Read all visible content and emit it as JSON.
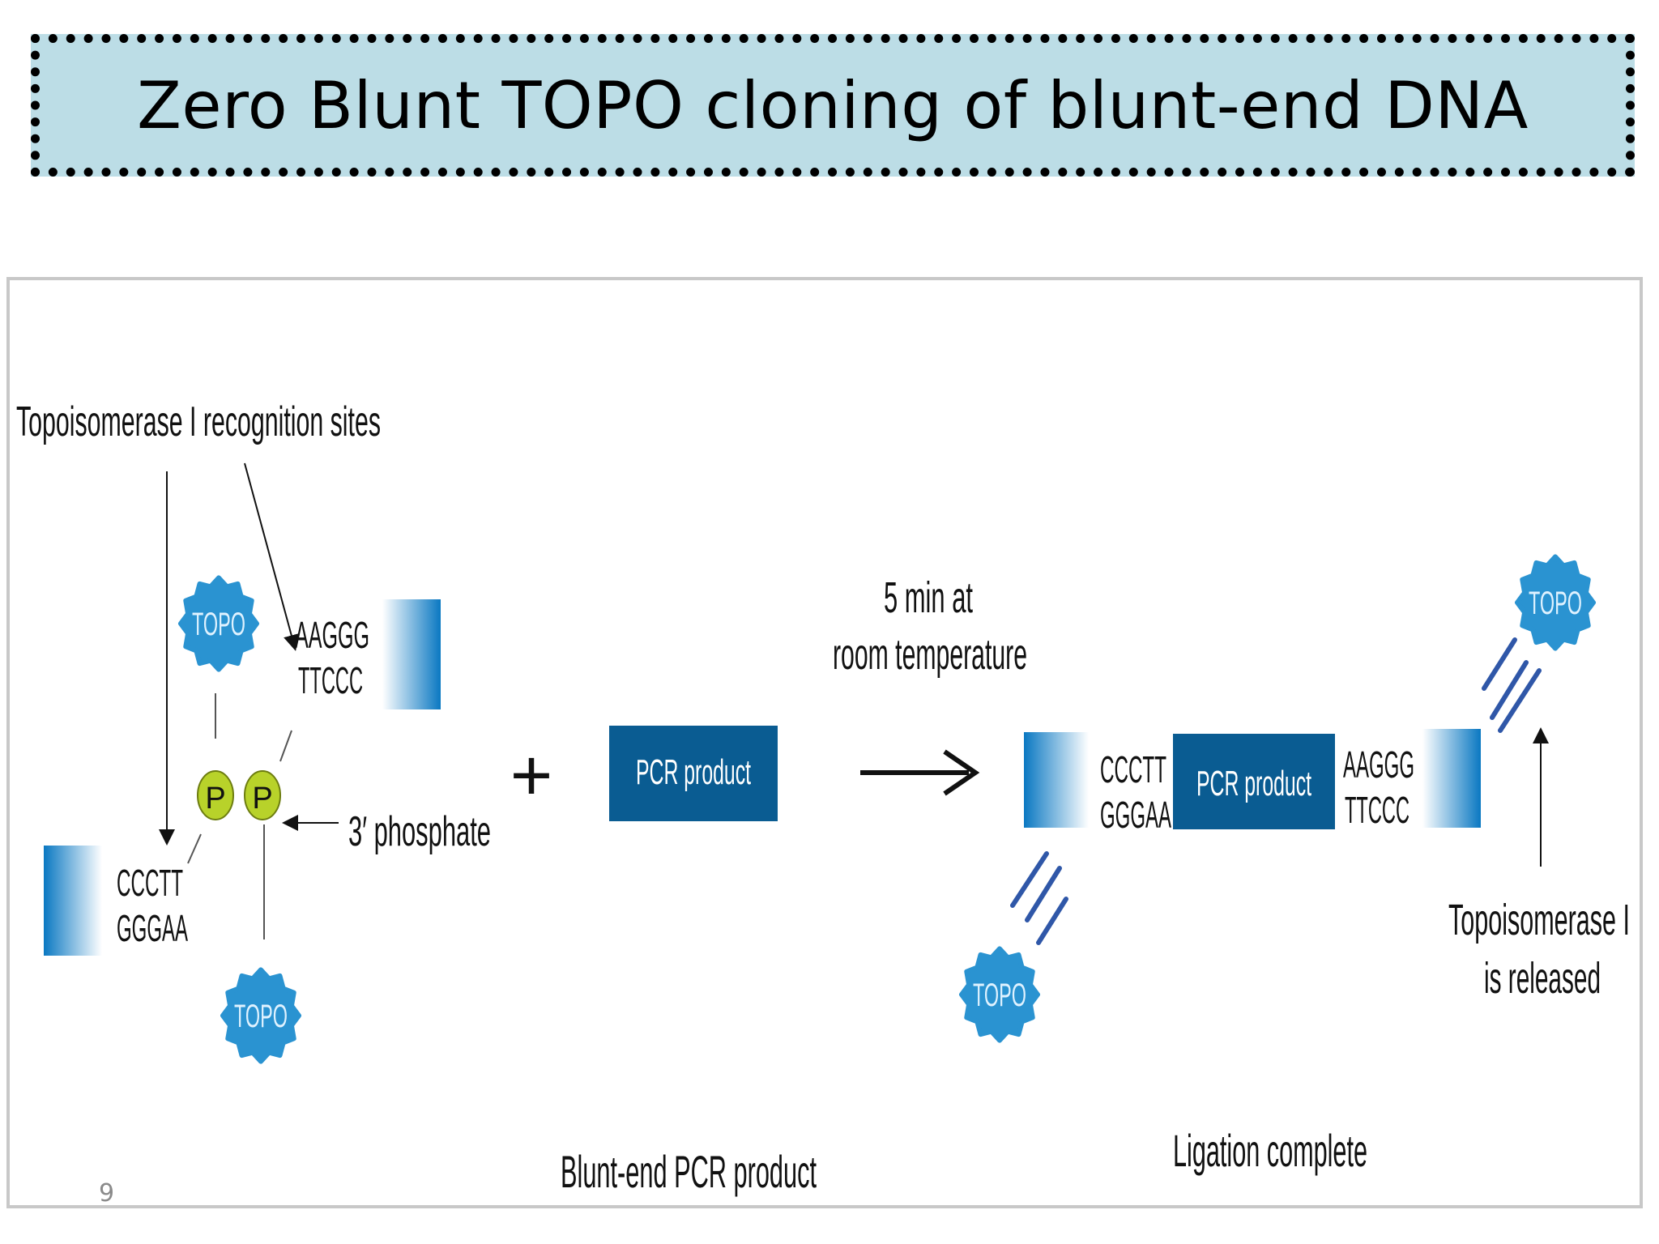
{
  "title": "Zero Blunt TOPO cloning of blunt-end DNA",
  "page_number": "9",
  "diagram": {
    "labels": {
      "recognition_sites": "Topoisomerase I recognition sites",
      "phosphate": "3′ phosphate",
      "plus": "+",
      "reaction_line1": "5 min at",
      "reaction_line2": "room temperature",
      "blunt_end_caption": "Blunt-end PCR product",
      "ligation_caption": "Ligation complete",
      "released_line1": "Topoisomerase I",
      "released_line2": "is released"
    },
    "topo_label": "TOPO",
    "phosphate_symbol": "P",
    "pcr_product_label": "PCR product",
    "sequences": {
      "left_top": "AAGGG",
      "left_bottom": "TTCCC",
      "left_lower_top": "CCCTT",
      "left_lower_bottom": "GGGAA",
      "right_left_top": "CCCTT",
      "right_left_bottom": "GGGAA",
      "right_right_top": "AAGGG",
      "right_right_bottom": "TTCCC"
    },
    "colors": {
      "topo_blue": "#2a93d1",
      "pcr_box": "#0a5c92",
      "phosphate_green": "#b8d22a",
      "dna_blue": "#0a78c2",
      "title_bg": "#bcdde6"
    }
  }
}
